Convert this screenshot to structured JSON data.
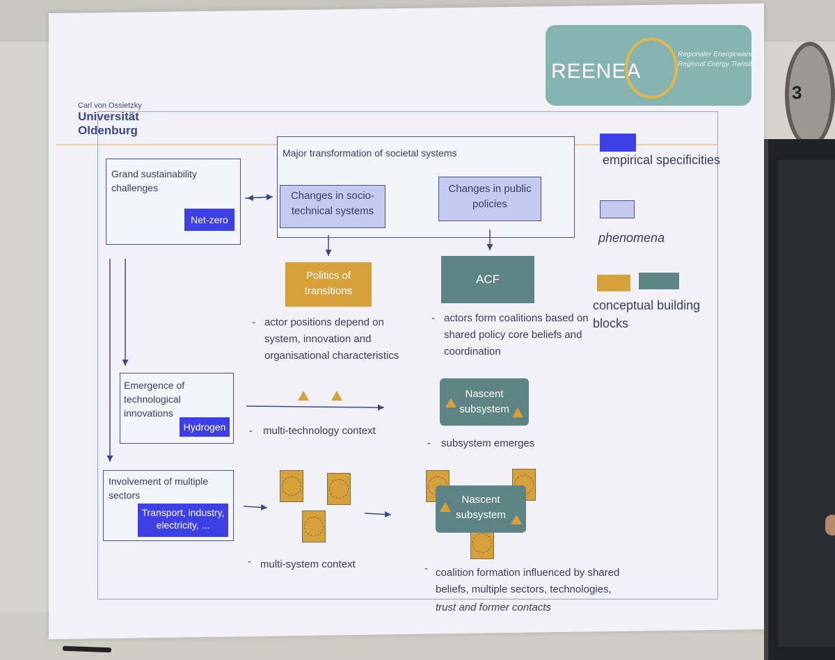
{
  "logo": {
    "name": "REENEA",
    "sub1": "Regionaler Energiewandel",
    "sub2": "Regional Energy Transition"
  },
  "university": {
    "line1": "Carl von Ossietzky",
    "line2": "Universität",
    "line3": "Oldenburg"
  },
  "legend": {
    "empirical": "empirical specificities",
    "phenomena": "phenomena",
    "conceptual": "conceptual building blocks"
  },
  "colors": {
    "empirical": "#3f3fe6",
    "phenomena": "#c5cbf0",
    "conceptual_orange": "#d6a13b",
    "conceptual_teal": "#5e8384"
  },
  "left": {
    "grand_title": "Grand sustainability challenges",
    "grand_tag": "Net-zero",
    "emergence_title": "Emergence of technological innovations",
    "emergence_tag": "Hydrogen",
    "involvement_title": "Involvement of multiple sectors",
    "involvement_tag": "Transport, industry, electricity, ..."
  },
  "top": {
    "major_title": "Major transformation of societal systems",
    "socio": "Changes in socio-technical systems",
    "policies": "Changes in public policies"
  },
  "blocks": {
    "politics": "Politics of transitions",
    "acf": "ACF",
    "nascent1": "Nascent subsystem",
    "nascent2": "Nascent subsystem"
  },
  "bullets": {
    "b1": "actor positions depend on system, innovation and organisational characteristics",
    "b2": "actors form coalitions based on shared policy core beliefs and coordination",
    "b3": "multi-technology context",
    "b4": "subsystem emerges",
    "b5": "multi-system context",
    "b6a": "coalition formation influenced by shared beliefs, multiple sectors, technologies,",
    "b6b": "trust and former contacts"
  },
  "misc": {
    "dash": "-",
    "clock_digit": "3"
  }
}
